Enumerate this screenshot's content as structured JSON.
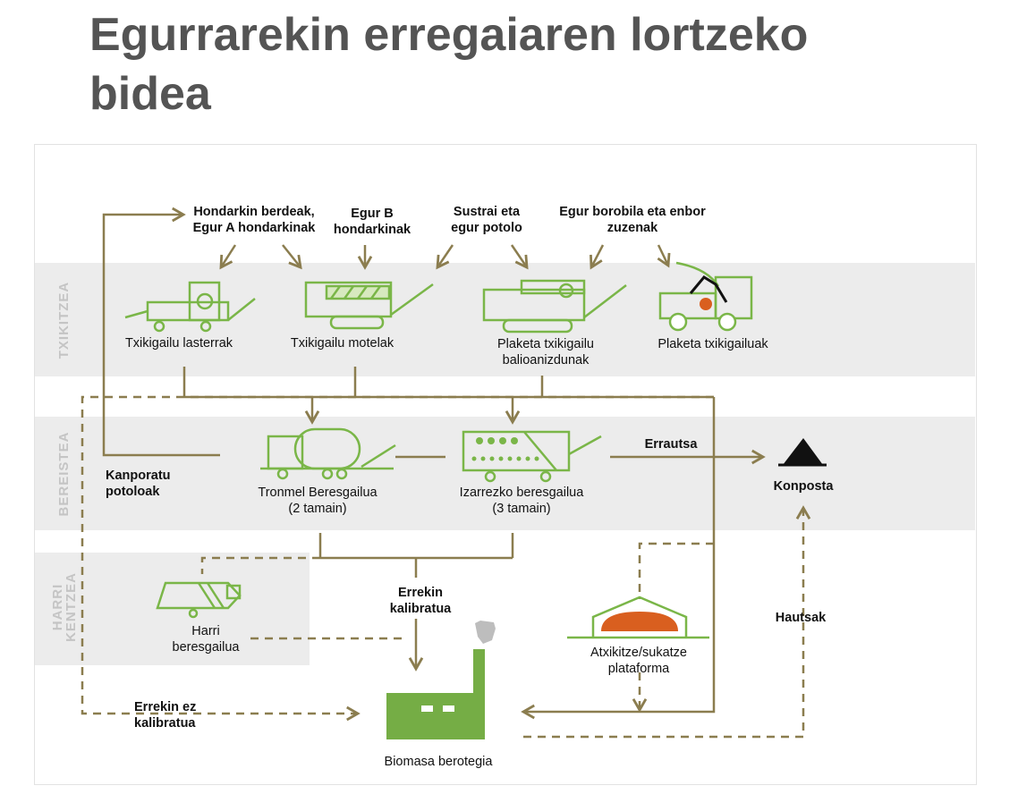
{
  "title": {
    "line1": "Egurrarekin erregaiaren lortzeko",
    "line2": "bidea"
  },
  "colors": {
    "flow": "#8b7d4f",
    "machine": "#7ab648",
    "factory": "#75ad45",
    "fire": "#d95f1f",
    "band": "#ececec",
    "band_label": "#c4c4c4",
    "title": "#545454"
  },
  "bands": {
    "txikitzea": "TXIKITZEA",
    "bereistea": "BEREISTEA",
    "harri_line1": "HARRI",
    "harri_line2": "KENTZEA"
  },
  "inputs": {
    "hondarkin_line1": "Hondarkin berdeak,",
    "hondarkin_line2": "Egur A hondarkinak",
    "egurb_line1": "Egur B",
    "egurb_line2": "hondarkinak",
    "sustrai_line1": "Sustrai eta",
    "sustrai_line2": "egur potolo",
    "borobila_line1": "Egur borobila eta enbor",
    "borobila_line2": "zuzenak"
  },
  "machines": {
    "lasterrak": "Txikigailu lasterrak",
    "motelak": "Txikigailu motelak",
    "plaketa_balio_line1": "Plaketa txikigailu",
    "plaketa_balio_line2": "balioanizdunak",
    "plaketa": "Plaketa txikigailuak",
    "tronmel_line1": "Tronmel Beresgailua",
    "tronmel_line2": "(2 tamain)",
    "izarrezko_line1": "Izarrezko beresgailua",
    "izarrezko_line2": "(3 tamain)",
    "harri_line1": "Harri",
    "harri_line2": "beresgailua",
    "atxikitze_line1": "Atxikitze/sukatze",
    "atxikitze_line2": "plataforma",
    "biomasa": "Biomasa berotegia"
  },
  "flows": {
    "kanporatu_line1": "Kanporatu",
    "kanporatu_line2": "potoloak",
    "errautsa": "Errautsa",
    "konposta": "Konposta",
    "erreki_kal_line1": "Errekin",
    "erreki_kal_line2": "kalibratua",
    "erreki_ez_line1": "Errekin ez",
    "erreki_ez_line2": "kalibratua",
    "hautsak": "Hautsak"
  }
}
